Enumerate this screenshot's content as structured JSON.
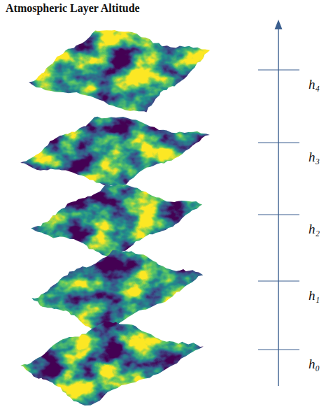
{
  "diagram": {
    "title": "Atmospheric Layer Altitude",
    "labels": [
      "h₄",
      "h₃",
      "h₂",
      "h₁",
      "h₀"
    ]
  }
}
